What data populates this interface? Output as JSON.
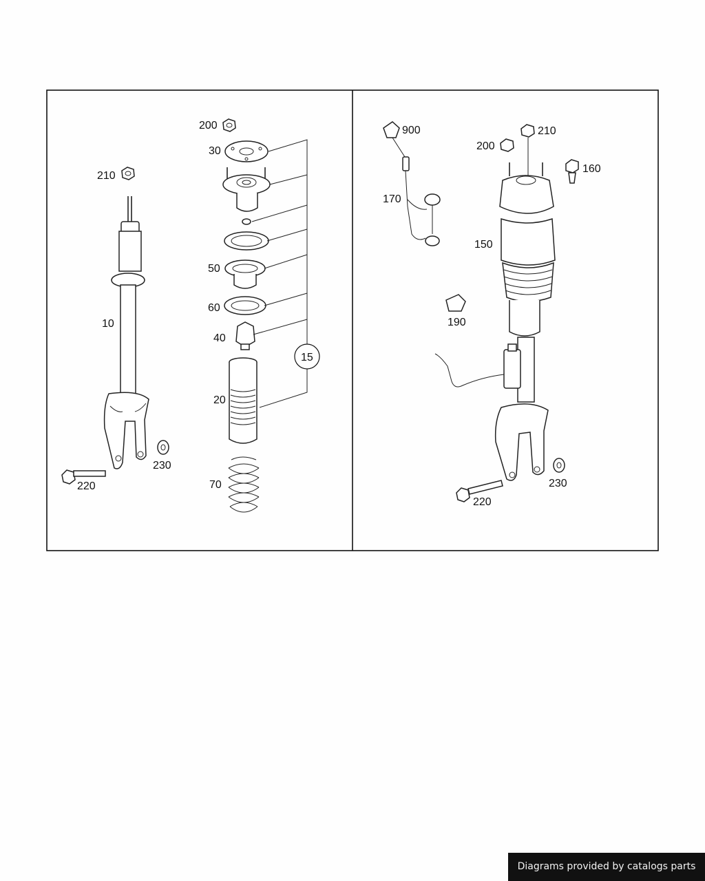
{
  "left_panel": {
    "callouts": {
      "p200": "200",
      "p210": "210",
      "p30": "30",
      "p50": "50",
      "p60": "60",
      "p40": "40",
      "p20": "20",
      "p70": "70",
      "p10": "10",
      "p220": "220",
      "p230": "230",
      "p15": "15"
    }
  },
  "right_panel": {
    "callouts": {
      "p900": "900",
      "p210": "210",
      "p200": "200",
      "p160": "160",
      "p170": "170",
      "p150": "150",
      "p190": "190",
      "p220": "220",
      "p230": "230"
    }
  },
  "credit": "Diagrams provided by catalogs parts"
}
